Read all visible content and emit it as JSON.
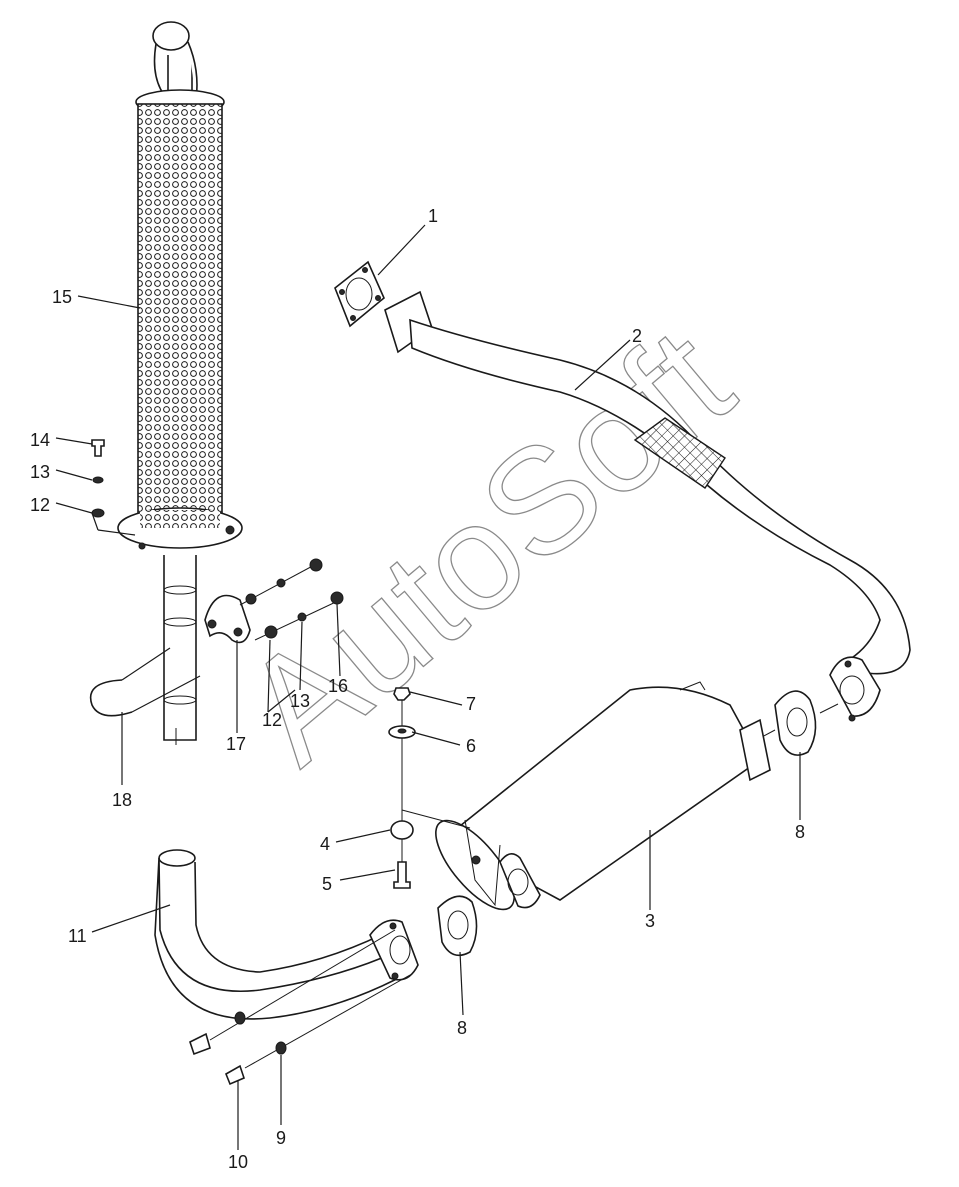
{
  "watermark": "AutoSoft",
  "callouts": {
    "c1": "1",
    "c2": "2",
    "c3": "3",
    "c4": "4",
    "c5": "5",
    "c6": "6",
    "c7": "7",
    "c8a": "8",
    "c8b": "8",
    "c9": "9",
    "c10": "10",
    "c11": "11",
    "c12a": "12",
    "c12b": "12",
    "c13a": "13",
    "c13b": "13",
    "c14": "14",
    "c15": "15",
    "c16": "16",
    "c17": "17",
    "c18": "18"
  }
}
